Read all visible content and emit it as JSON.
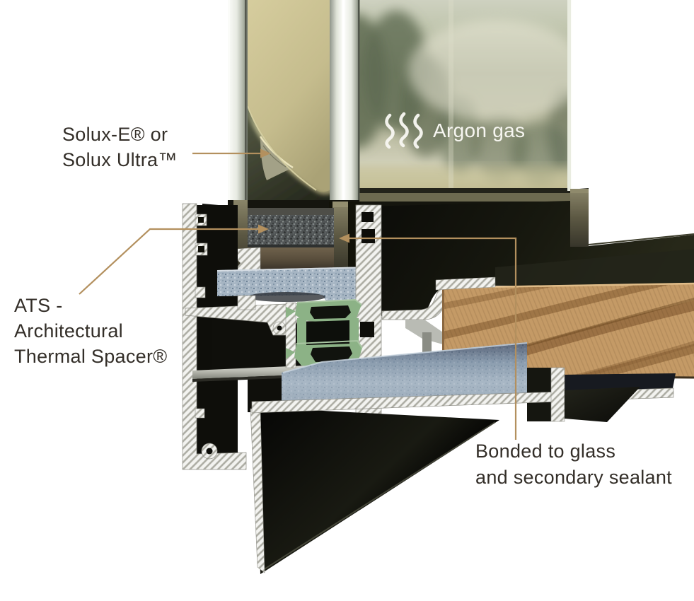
{
  "diagram": {
    "type": "window-glazing-cutaway",
    "labels": {
      "coating": {
        "lines": [
          "Solux-E® or",
          "Solux Ultra™"
        ]
      },
      "argon": {
        "text": "Argon gas"
      },
      "spacer": {
        "lines": [
          "ATS -",
          "Architectural",
          "Thermal Spacer®"
        ]
      },
      "sealant": {
        "lines": [
          "Bonded to glass",
          "and secondary sealant"
        ]
      }
    },
    "icons": {
      "argon": "gas-waves-icon"
    },
    "colors": {
      "label_text": "#332e28",
      "argon_text": "#f7f6f1",
      "leader_line": "#b3905e",
      "glass_tint": "#a9ad8e",
      "thermal_break_green": "#8cb286",
      "foam_blue": "#a6b5c3",
      "wood": "#c49a66",
      "sealant_brown": "#675b48",
      "frame_black": "#12120d",
      "aluminum_white": "#f3f3f0"
    }
  }
}
